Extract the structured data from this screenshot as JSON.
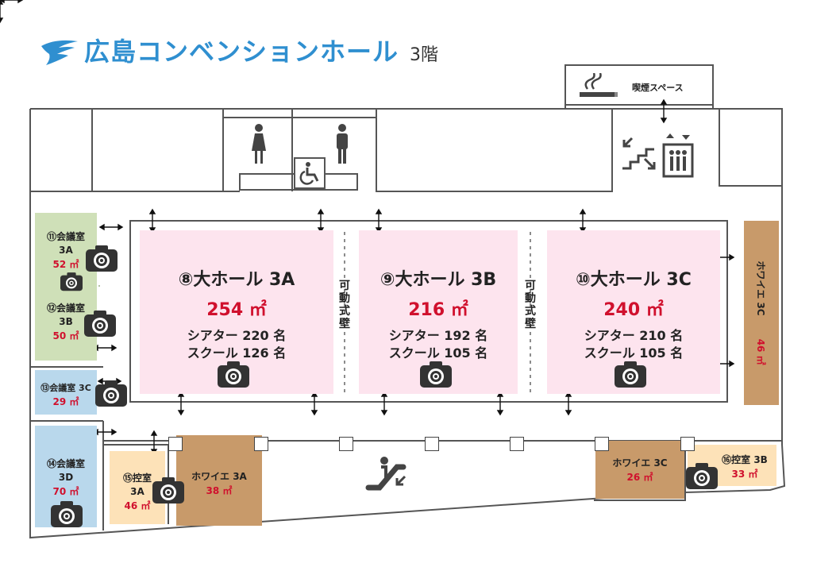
{
  "header": {
    "title": "広島コンベンションホール",
    "floor": "3階"
  },
  "smoking_area": {
    "label": "喫煙スペース"
  },
  "halls": [
    {
      "name": "⑧大ホール 3A",
      "area": "254 ㎡",
      "theater": "シアター 220 名",
      "school": "スクール 126 名"
    },
    {
      "name": "⑨大ホール 3B",
      "area": "216 ㎡",
      "theater": "シアター 192 名",
      "school": "スクール 105 名"
    },
    {
      "name": "⑩大ホール 3C",
      "area": "240 ㎡",
      "theater": "シアター 210 名",
      "school": "スクール 105 名"
    }
  ],
  "movable_wall": "可動式壁",
  "meeting_rooms": [
    {
      "name": "⑪会議室",
      "sub": "3A",
      "area": "52 ㎡"
    },
    {
      "name": "⑫会議室",
      "sub": "3B",
      "area": "50 ㎡"
    },
    {
      "name": "⑬会議室 3C",
      "area": "29 ㎡"
    },
    {
      "name": "⑭会議室",
      "sub": "3D",
      "area": "70 ㎡"
    }
  ],
  "waiting_rooms": [
    {
      "name": "⑮控室",
      "sub": "3A",
      "area": "46 ㎡"
    },
    {
      "name": "⑯控室 3B",
      "area": "33 ㎡"
    }
  ],
  "foyers": [
    {
      "name": "ホワイエ 3A",
      "area": "38 ㎡"
    },
    {
      "name": "ホワイエ 3C",
      "area": "26 ㎡"
    },
    {
      "name": "ホワイエ 3C",
      "area": "46 ㎡"
    }
  ],
  "colors": {
    "brand": "#2f8fd0",
    "hall_fill": "#fde4ee",
    "meeting_green": "#cfe0b8",
    "meeting_blue": "#b9d8ec",
    "waiting": "#fde2b8",
    "foyer": "#c89a6a",
    "area_red": "#d0102d"
  },
  "icons": [
    "wing-logo-icon",
    "camera-icon",
    "female-restroom-icon",
    "male-restroom-icon",
    "accessible-restroom-icon",
    "smoking-icon",
    "stairs-icon",
    "elevator-icon",
    "escalator-icon"
  ]
}
